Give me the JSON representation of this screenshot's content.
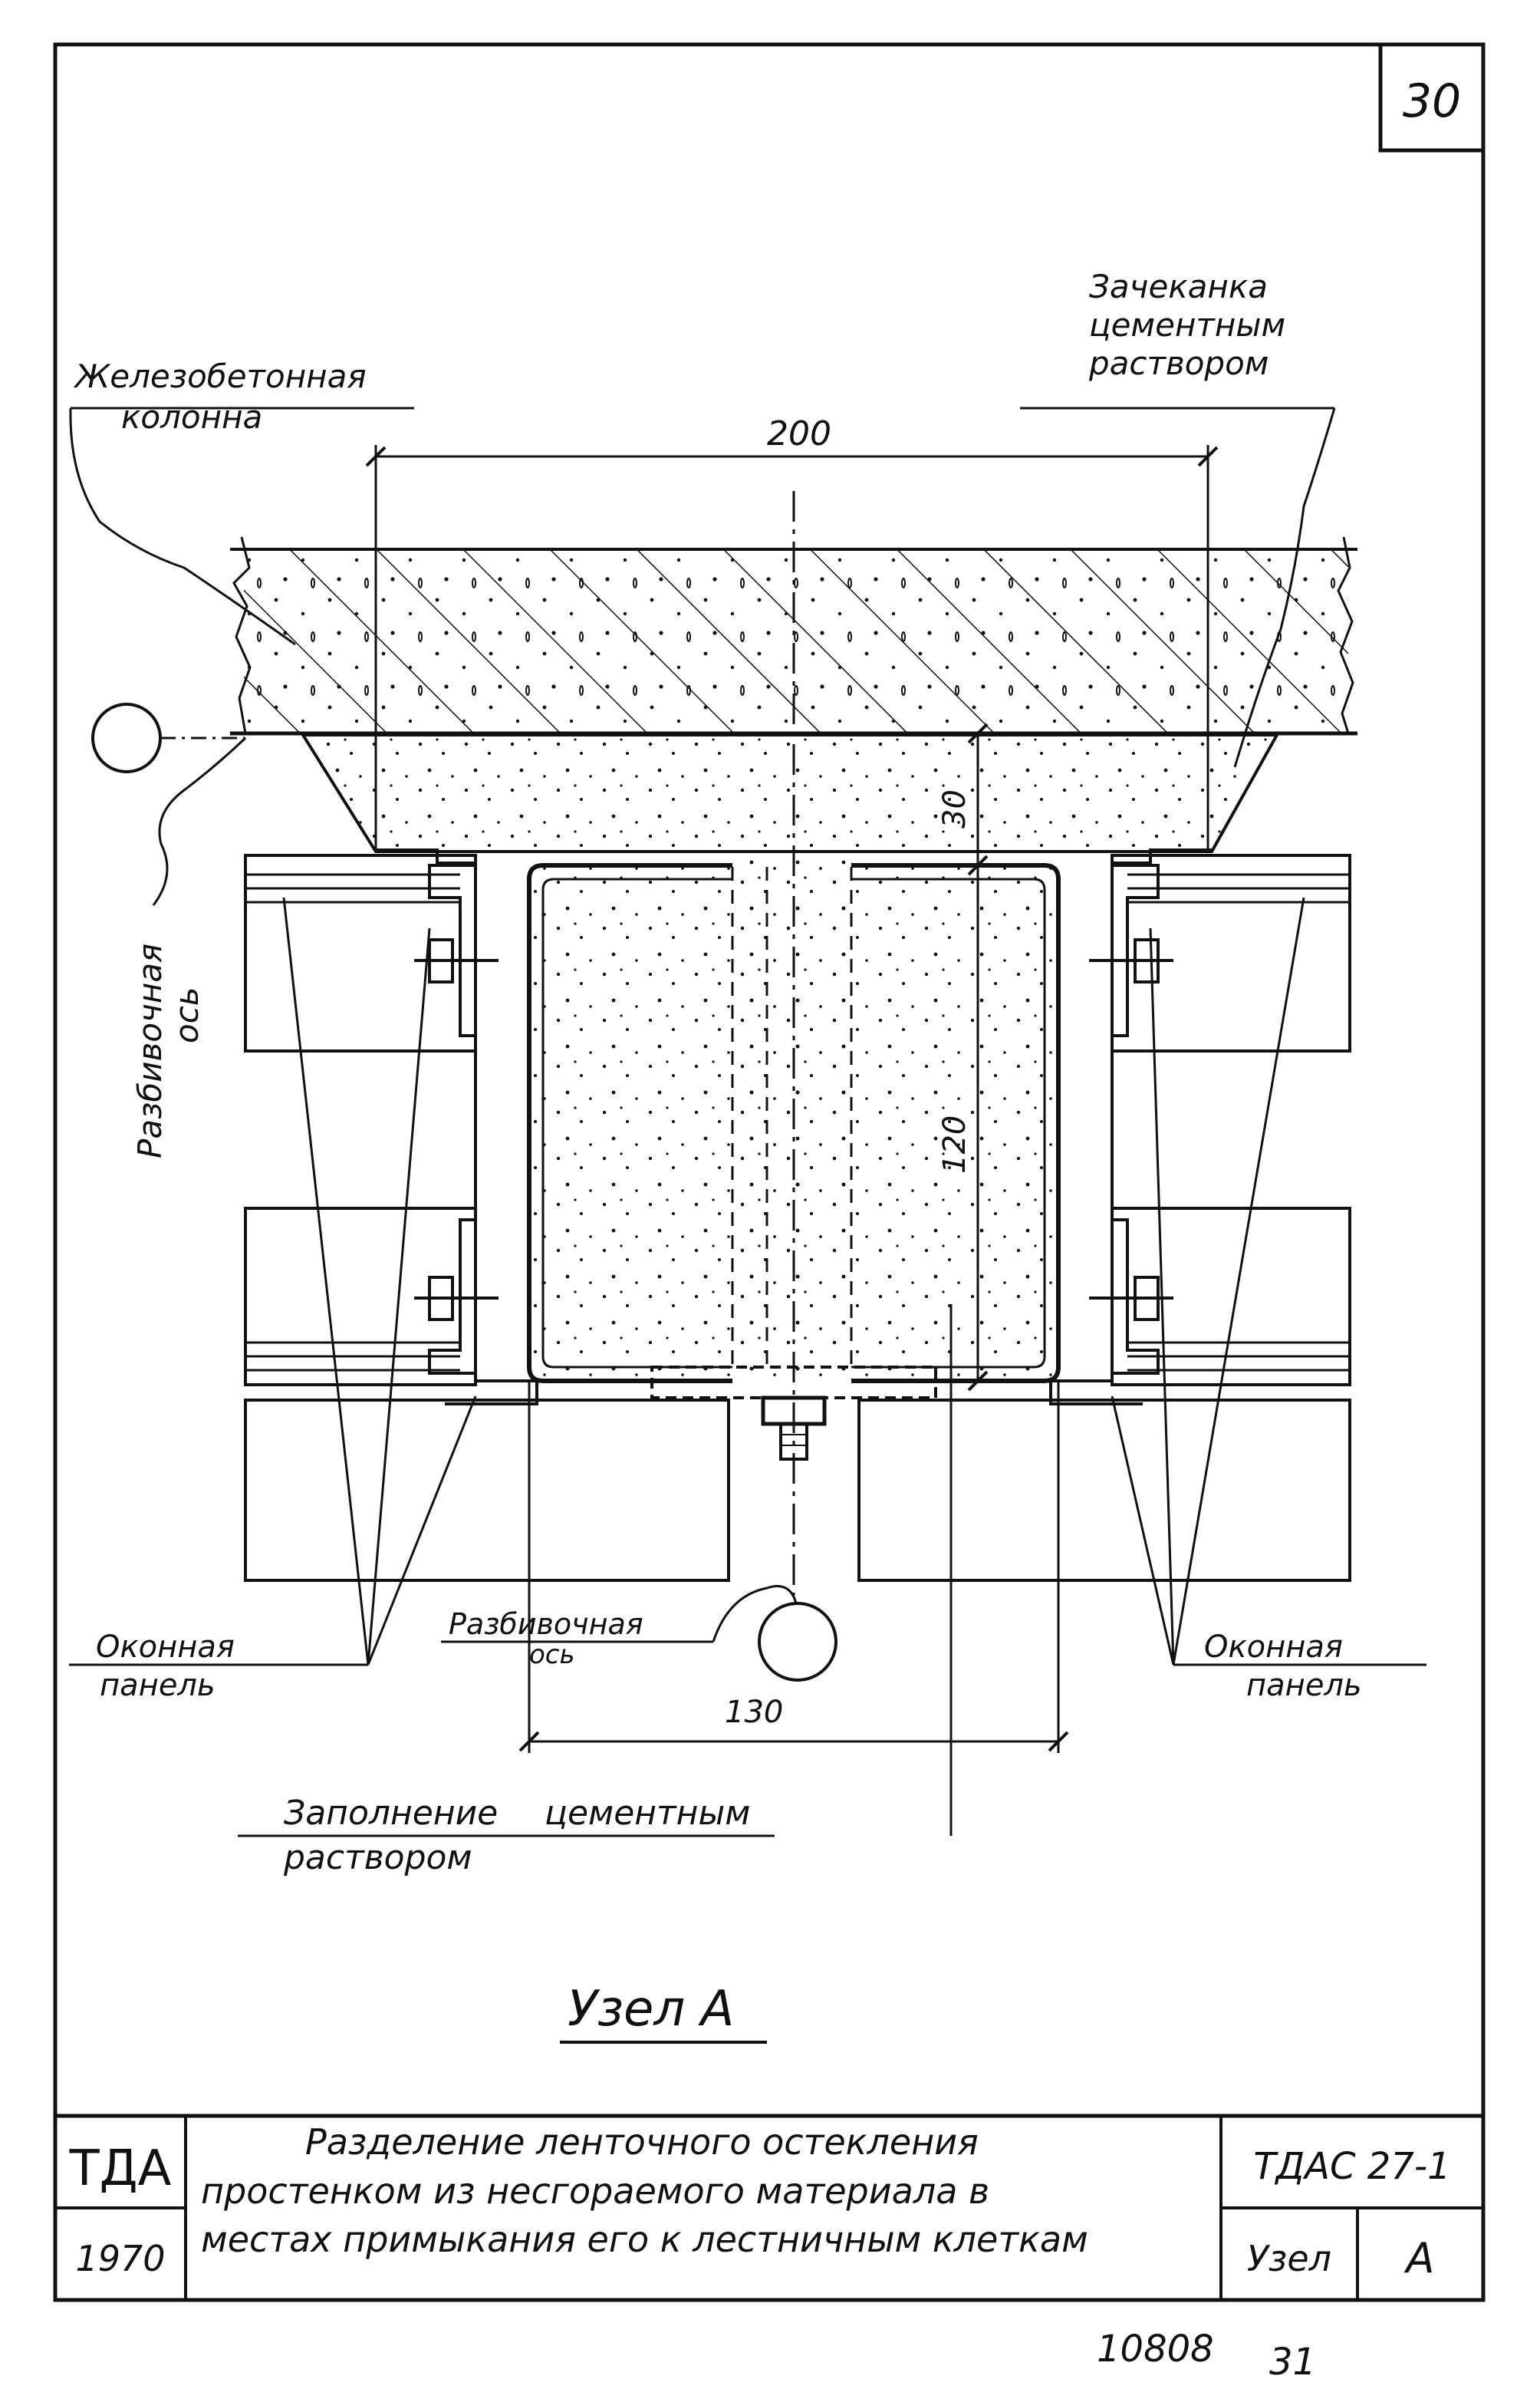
{
  "sheet": {
    "page_number": "30",
    "title_line1": "Разделение ленточного остекления",
    "title_line2": "простенком из несгораемого материала в",
    "title_line3": "местах примыкания его к лестничным клеткам",
    "org": "ТДА",
    "year": "1970",
    "series": "ТДАС 27-1",
    "node_label": "Узел",
    "node_letter": "А",
    "archive_number": "10808",
    "sheet_number": "31"
  },
  "labels": {
    "column_1": "Железобетонная",
    "column_2": "колонна",
    "caulk_1": "Зачеканка",
    "caulk_2": "цементным",
    "caulk_3": "раствором",
    "axis_left_1": "Разбивочная",
    "axis_left_2": "ось",
    "axis_bottom_1": "Разбивочная",
    "axis_bottom_2": "ось",
    "panel_left_1": "Оконная",
    "panel_left_2": "панель",
    "panel_right_1": "Оконная",
    "panel_right_2": "панель",
    "fill_1": "Заполнение",
    "fill_2": "цементным",
    "fill_3": "раствором",
    "caption": "Узел А"
  },
  "dimensions": {
    "top_width": "200",
    "bottom_width": "130",
    "gap_height": "30",
    "core_height": "120"
  }
}
